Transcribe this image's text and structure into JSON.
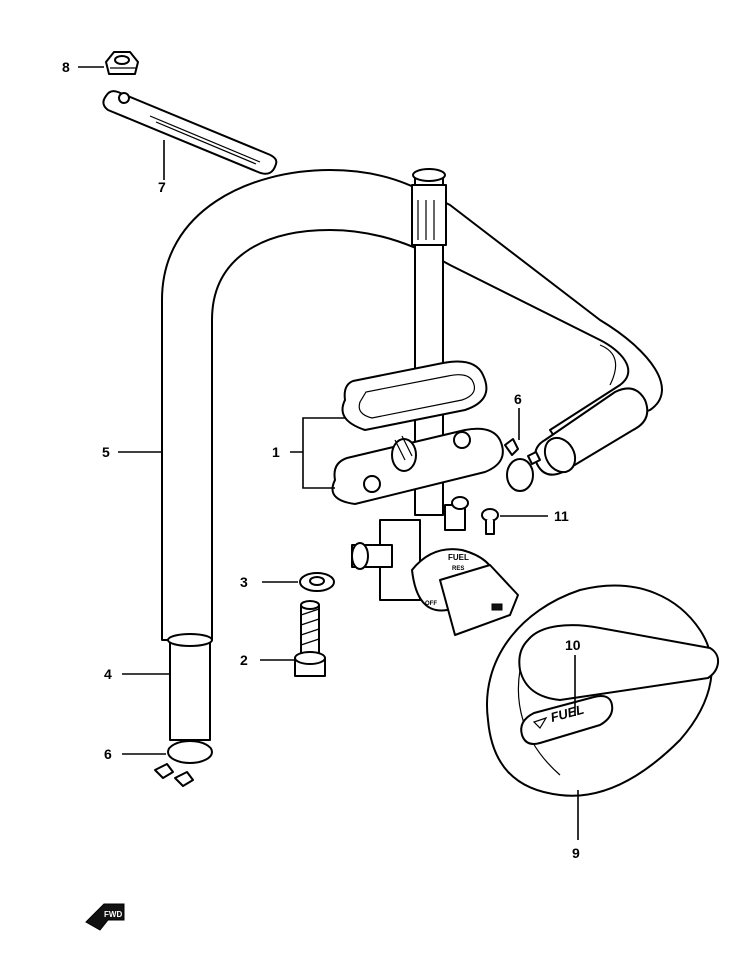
{
  "diagram": {
    "callouts": [
      {
        "id": "c1",
        "label": "1"
      },
      {
        "id": "c2",
        "label": "2"
      },
      {
        "id": "c3",
        "label": "3"
      },
      {
        "id": "c4",
        "label": "4"
      },
      {
        "id": "c5",
        "label": "5"
      },
      {
        "id": "c6a",
        "label": "6"
      },
      {
        "id": "c6b",
        "label": "6"
      },
      {
        "id": "c7",
        "label": "7"
      },
      {
        "id": "c8",
        "label": "8"
      },
      {
        "id": "c9",
        "label": "9"
      },
      {
        "id": "c10",
        "label": "10"
      },
      {
        "id": "c11",
        "label": "11"
      }
    ],
    "cap_text": "FUEL",
    "valve_text": "FUEL",
    "valve_sub": "RES",
    "valve_off": "OFF",
    "fwd_text": "FWD"
  }
}
